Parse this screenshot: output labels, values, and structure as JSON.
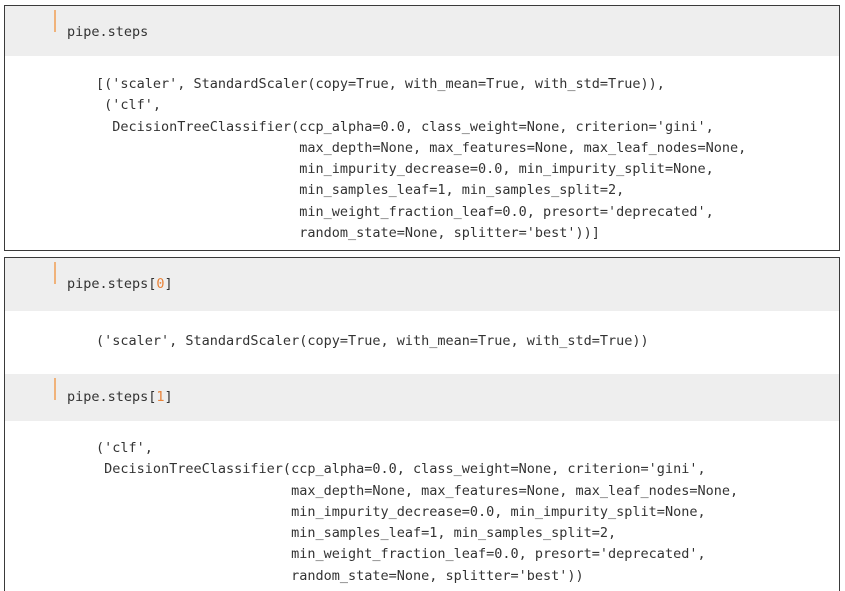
{
  "cells": [
    {
      "input": {
        "text": "pipe.steps",
        "index": ""
      },
      "output": [
        "[('scaler', StandardScaler(copy=True, with_mean=True, with_std=True)),",
        " ('clf',",
        "  DecisionTreeClassifier(ccp_alpha=0.0, class_weight=None, criterion='gini',",
        "                         max_depth=None, max_features=None, max_leaf_nodes=None,",
        "                         min_impurity_decrease=0.0, min_impurity_split=None,",
        "                         min_samples_leaf=1, min_samples_split=2,",
        "                         min_weight_fraction_leaf=0.0, presort='deprecated',",
        "                         random_state=None, splitter='best'))]"
      ]
    },
    {
      "input": {
        "text": "pipe.steps[",
        "index": "0",
        "close": "]"
      },
      "output": [
        "('scaler', StandardScaler(copy=True, with_mean=True, with_std=True))"
      ]
    },
    {
      "input": {
        "text": "pipe.steps[",
        "index": "1",
        "close": "]"
      },
      "output": [
        "('clf',",
        " DecisionTreeClassifier(ccp_alpha=0.0, class_weight=None, criterion='gini',",
        "                        max_depth=None, max_features=None, max_leaf_nodes=None,",
        "                        min_impurity_decrease=0.0, min_impurity_split=None,",
        "                        min_samples_leaf=1, min_samples_split=2,",
        "                        min_weight_fraction_leaf=0.0, presort='deprecated',",
        "                        random_state=None, splitter='best'))"
      ]
    }
  ],
  "colors": {
    "input_bg": "#eeeeee",
    "gutter_mark": "#f0b27a",
    "number": "#e8833a",
    "text": "#333333",
    "border": "#3a3a3a"
  }
}
